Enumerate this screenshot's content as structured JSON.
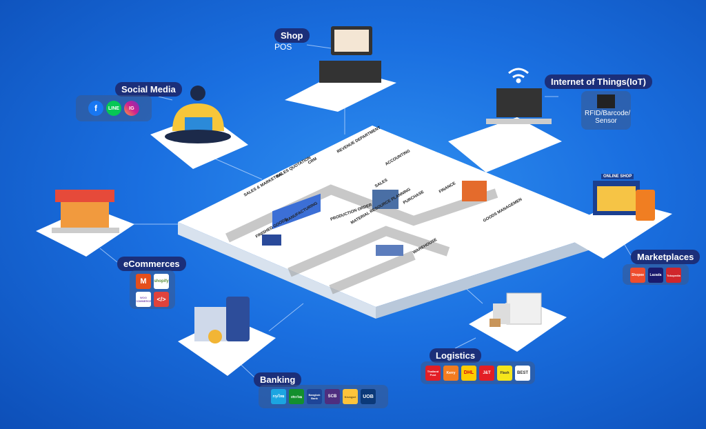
{
  "nodes": {
    "shop": {
      "label": "Shop",
      "sub": "POS"
    },
    "social": {
      "label": "Social Media",
      "logos": [
        "f",
        "LINE",
        "IG"
      ]
    },
    "iot": {
      "label": "Internet of Things(IoT)",
      "sub": "RFID/Barcode/ Sensor"
    },
    "marketplaces": {
      "label": "Marketplaces",
      "logos": [
        "Shopee",
        "Lazada",
        "Tokopedia"
      ],
      "screen_label": "ONLINE SHOP"
    },
    "ecommerces": {
      "label": "eCommerces",
      "logos": [
        "M",
        "shopify",
        "WOO COMMERCE",
        "</>"
      ]
    },
    "banking": {
      "label": "Banking",
      "logos": [
        "กรุงไทย",
        "กสิกรไทย",
        "Bangkok Bank",
        "SCB",
        "Krungsri",
        "UOB"
      ]
    },
    "logistics": {
      "label": "Logistics",
      "logos": [
        "Thailand Post",
        "Kerry",
        "DHL",
        "J&T",
        "Flash",
        "BEST"
      ]
    }
  },
  "modules": [
    "SALES & MARKETING",
    "SALES QUOTATION",
    "CRM",
    "REVENUE DEPARTMENT",
    "ACCOUNTING",
    "SALES",
    "FINANCE",
    "PURCHASE",
    "GOODS MANAGEMEN",
    "MANUFACTURING",
    "PRODUCTION ORDER",
    "MATERIAL RESOURCE PLANNING",
    "FINISHED GOODS",
    "WAREHOUSE"
  ],
  "colors": {
    "bg": "#1a6fe0",
    "pill": "#1b2f7a"
  }
}
